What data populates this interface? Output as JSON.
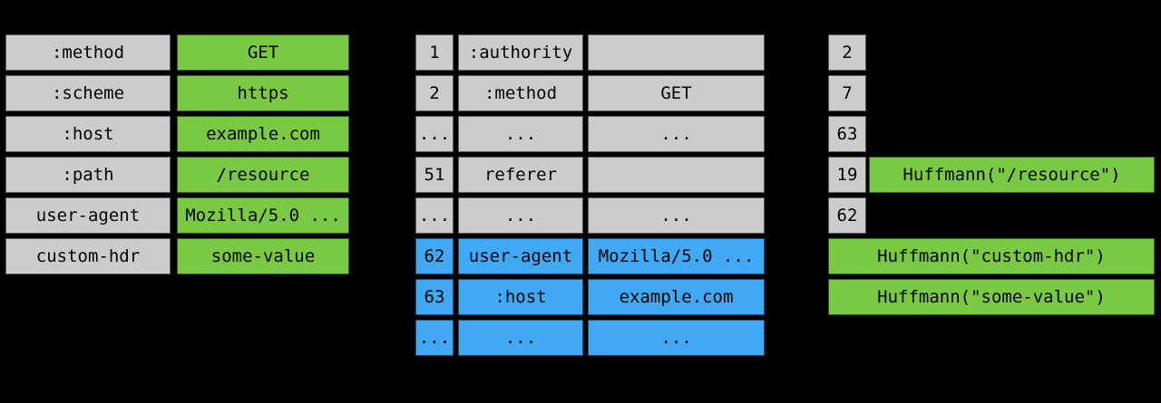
{
  "colors": {
    "background": "#000000",
    "cell_gray": "#cccccc",
    "cell_green": "#7ac943",
    "cell_blue": "#3fa9f5",
    "text": "#000000"
  },
  "request_headers_table": {
    "rows": [
      {
        "name": ":method",
        "value": "GET"
      },
      {
        "name": ":scheme",
        "value": "https"
      },
      {
        "name": ":host",
        "value": "example.com"
      },
      {
        "name": ":path",
        "value": "/resource"
      },
      {
        "name": "user-agent",
        "value": "Mozilla/5.0 ..."
      },
      {
        "name": "custom-hdr",
        "value": "some-value"
      }
    ]
  },
  "index_table": {
    "rows": [
      {
        "index": "1",
        "name": ":authority",
        "value": "",
        "section": "static"
      },
      {
        "index": "2",
        "name": ":method",
        "value": "GET",
        "section": "static"
      },
      {
        "index": "...",
        "name": "...",
        "value": "...",
        "section": "static"
      },
      {
        "index": "51",
        "name": "referer",
        "value": "",
        "section": "static"
      },
      {
        "index": "...",
        "name": "...",
        "value": "...",
        "section": "static"
      },
      {
        "index": "62",
        "name": "user-agent",
        "value": "Mozilla/5.0 ...",
        "section": "dynamic"
      },
      {
        "index": "63",
        "name": ":host",
        "value": "example.com",
        "section": "dynamic"
      },
      {
        "index": "...",
        "name": "...",
        "value": "...",
        "section": "dynamic"
      }
    ]
  },
  "encoded_output": {
    "rows": [
      {
        "index": "2"
      },
      {
        "index": "7"
      },
      {
        "index": "63"
      },
      {
        "index": "19",
        "literal": "Huffmann(\"/resource\")"
      },
      {
        "index": "62"
      },
      {
        "literal": "Huffmann(\"custom-hdr\")"
      },
      {
        "literal": "Huffmann(\"some-value\")"
      }
    ]
  }
}
